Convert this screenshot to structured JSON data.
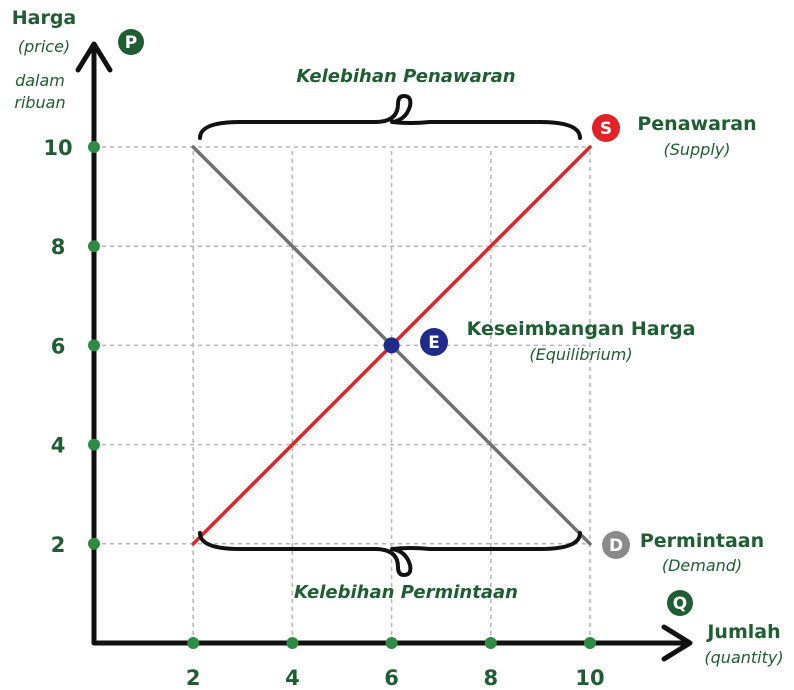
{
  "chart_data": {
    "type": "line",
    "xlim": [
      0,
      10
    ],
    "ylim": [
      0,
      10
    ],
    "x_ticks": [
      2,
      4,
      6,
      8,
      10
    ],
    "y_ticks": [
      2,
      4,
      6,
      8,
      10
    ],
    "grid": true,
    "y_axis": {
      "label": "Harga",
      "sublabel": "(price)",
      "unit_line1": "dalam",
      "unit_line2": "ribuan",
      "badge": "P"
    },
    "x_axis": {
      "label": "Jumlah",
      "sublabel": "(quantity)",
      "badge": "Q"
    },
    "series": [
      {
        "key": "supply",
        "badge": "S",
        "name": "Penawaran",
        "subname": "(Supply)",
        "color": "#e32228",
        "points": [
          [
            2,
            2
          ],
          [
            10,
            10
          ]
        ]
      },
      {
        "key": "demand",
        "badge": "D",
        "name": "Permintaan",
        "subname": "(Demand)",
        "color": "#707070",
        "points": [
          [
            2,
            10
          ],
          [
            10,
            2
          ]
        ]
      }
    ],
    "equilibrium": {
      "badge": "E",
      "label": "Keseimbangan Harga",
      "sublabel": "(Equilibrium)",
      "x": 6,
      "y": 6,
      "color": "#1f2a8a"
    },
    "annotations": {
      "surplus": "Kelebihan Penawaran",
      "shortage": "Kelebihan Permintaan"
    },
    "colors": {
      "accent": "#1f5e32",
      "axis": "#111111",
      "tick_dot": "#2e8b44",
      "grid": "#b5b5b5"
    }
  }
}
